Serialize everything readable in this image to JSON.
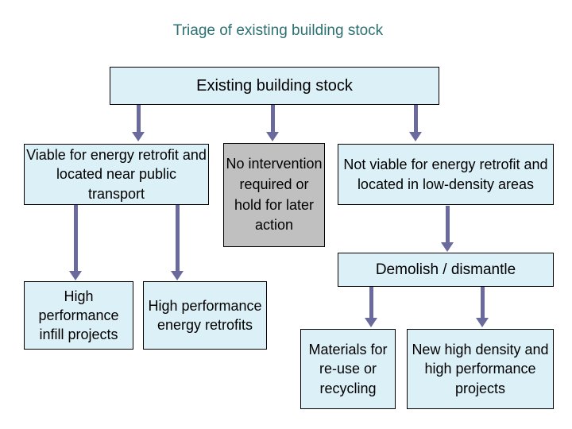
{
  "title": "Triage of existing building stock",
  "root_box": {
    "label": "Existing building stock"
  },
  "branches": {
    "viable": {
      "label": "Viable for energy retrofit and located near public transport"
    },
    "no_intervention": {
      "label": "No intervention required or hold for later action"
    },
    "not_viable": {
      "label": "Not viable for energy retrofit and located in low-density areas"
    }
  },
  "outcomes": {
    "demolish": {
      "label": "Demolish / dismantle"
    },
    "infill": {
      "label": "High performance infill projects"
    },
    "energy_retrofits": {
      "label": "High performance energy retrofits"
    },
    "materials": {
      "label": "Materials for re-use or recycling"
    },
    "new_projects": {
      "label": "New high density and high performance projects"
    }
  },
  "colors": {
    "title_text": "#2d7173",
    "box_fill_blue": "#dcf0f8",
    "box_fill_gray": "#c0c0c0",
    "box_border": "#000000",
    "arrow": "#6a6a9c",
    "background": "#ffffff"
  }
}
